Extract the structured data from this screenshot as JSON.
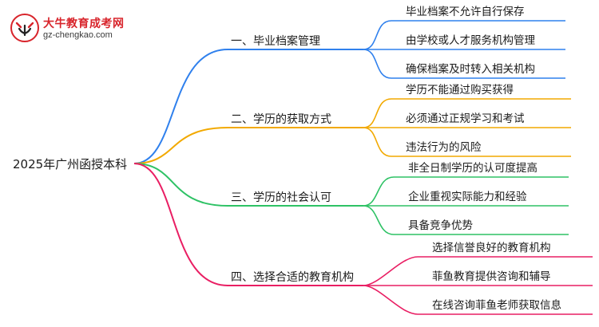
{
  "logo": {
    "title": "大牛教育成考网",
    "url": "gz-chengkao.com"
  },
  "mindmap": {
    "root": "2025年广州函授本科",
    "branches": [
      {
        "label": "一、毕业档案管理",
        "color": "#2f80ed",
        "leaves": [
          "毕业档案不允许自行保存",
          "由学校或人才服务机构管理",
          "确保档案及时转入相关机构"
        ]
      },
      {
        "label": "二、学历的获取方式",
        "color": "#f2a900",
        "leaves": [
          "学历不能通过购买获得",
          "必须通过正规学习和考试",
          "违法行为的风险"
        ]
      },
      {
        "label": "三、学历的社会认可",
        "color": "#2ec265",
        "leaves": [
          "非全日制学历的认可度提高",
          "企业重视实际能力和经验",
          "具备竞争优势"
        ]
      },
      {
        "label": "四、选择合适的教育机构",
        "color": "#e91e63",
        "leaves": [
          "选择信誉良好的教育机构",
          "菲鱼教育提供咨询和辅导",
          "在线咨询菲鱼老师获取信息"
        ]
      }
    ]
  }
}
